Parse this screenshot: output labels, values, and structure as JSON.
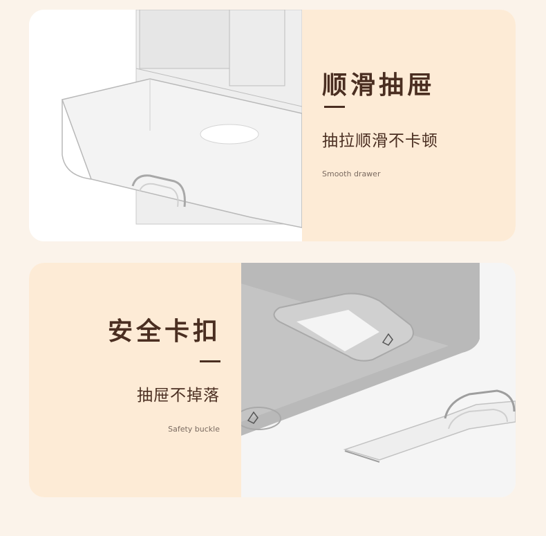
{
  "features": [
    {
      "title": "顺滑抽屉",
      "subtitle": "抽拉顺滑不卡顿",
      "subtitle_en": "Smooth drawer"
    },
    {
      "title": "安全卡扣",
      "subtitle": "抽屉不掉落",
      "subtitle_en": "Safety buckle"
    }
  ],
  "colors": {
    "page_background": "#fbf3ea",
    "text_panel": "#fdebd6",
    "heading_text": "#4a2e21"
  }
}
